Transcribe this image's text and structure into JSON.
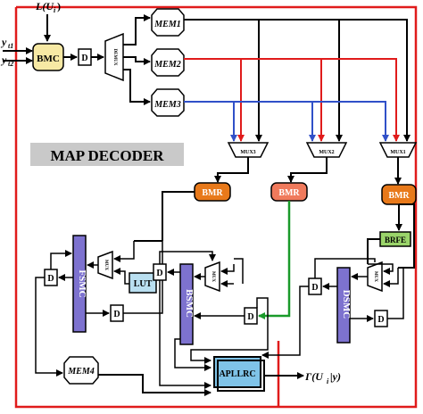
{
  "diagram": {
    "title": "MAP DECODER",
    "inputs": {
      "prior": "L(U",
      "prior_sub": "i",
      "prior_close": ")",
      "y1": "y",
      "y1_sub": "t1",
      "y2": "y",
      "y2_sub": "t2"
    },
    "output": {
      "text": "Γ(U",
      "sub": "i",
      "rest": "|y)"
    },
    "blocks": {
      "bmc": "BMC",
      "mem1": "MEM1",
      "mem2": "MEM2",
      "mem3": "MEM3",
      "mem4": "MEM4",
      "demux": "DEMUX",
      "d_top": "D",
      "mux1": "MUX1",
      "mux2": "MUX2",
      "mux3": "MUX3",
      "bmr_left": "BMR",
      "bmr_mid": "BMR",
      "bmr_right": "BMR",
      "brfe": "BRFE",
      "lut": "LUT",
      "fsmc": "FSMC",
      "bsmc": "BSMC",
      "dsmc": "DSMC",
      "mux_f": "MUX",
      "mux_b": "MUX",
      "mux_d": "MUX",
      "apllrc": "APLLRC",
      "d": "D"
    },
    "colors": {
      "frame": "#e01b1b",
      "red_wire": "#e01b1b",
      "blue_wire": "#3050c8",
      "green_wire": "#1a9a2a",
      "bmc_fill": "#f7e9a4",
      "bmr_orange": "#e8791a",
      "bmr_salmon": "#f07a5c",
      "brfe_green": "#9ad46a",
      "lut_fill": "#b9dff0",
      "smc_purple": "#7d72cf",
      "apllrc_fill": "#7fc3e8"
    }
  }
}
